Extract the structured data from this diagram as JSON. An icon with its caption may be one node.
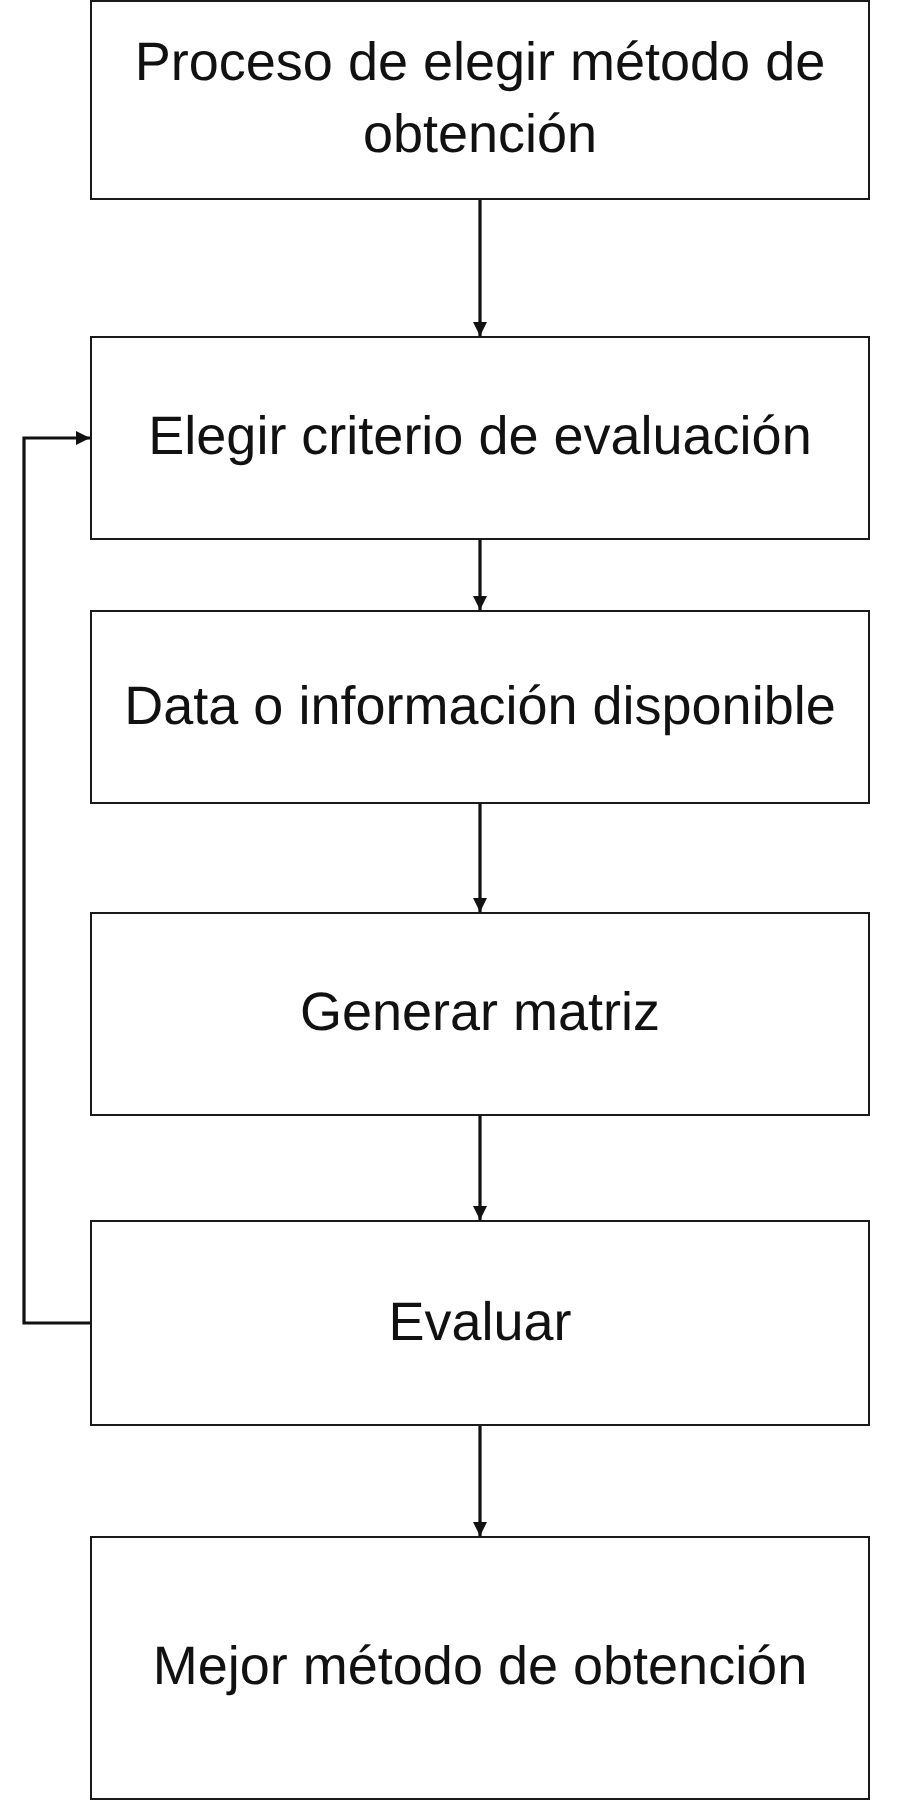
{
  "diagram": {
    "nodes": [
      {
        "text": [
          "Proceso de elegir método de obtención"
        ]
      },
      {
        "text": [
          "Elegir criterio de evaluación"
        ]
      },
      {
        "text": [
          "Data o información disponible"
        ]
      },
      {
        "text": [
          "Generar matriz"
        ]
      },
      {
        "text": [
          "Evaluar"
        ]
      },
      {
        "text": [
          "Mejor método de obtención"
        ]
      }
    ],
    "edges": [
      {
        "from": 0,
        "to": 1,
        "arrow": "to"
      },
      {
        "from": 1,
        "to": 2,
        "arrow": "to"
      },
      {
        "from": 2,
        "to": 3,
        "arrow": "to"
      },
      {
        "from": 3,
        "to": 4,
        "arrow": "to"
      },
      {
        "from": 4,
        "to": 5,
        "arrow": "to"
      },
      {
        "from": 4,
        "to": 1,
        "arrow": "to"
      }
    ]
  }
}
